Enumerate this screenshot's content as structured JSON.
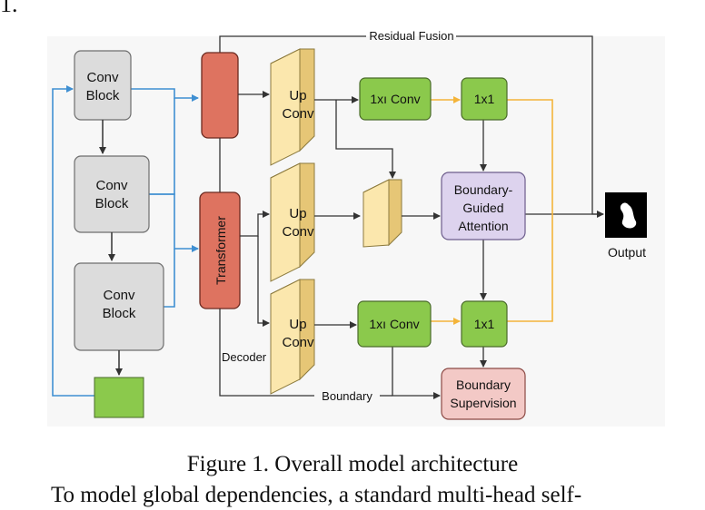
{
  "page": {
    "top_fragment": "1."
  },
  "diagram": {
    "encoder": {
      "block1": [
        "Conv",
        "Block"
      ],
      "block2": [
        "Conv",
        "Block"
      ],
      "block3": [
        "Conv",
        "Block"
      ]
    },
    "transformer_label": "Transformer",
    "decoder_label": "Decoder",
    "up_conv": [
      "Up",
      "Conv"
    ],
    "conv_1x1_label": "1xı Conv",
    "head_1x1_label": "1x1",
    "bga": [
      "Boundary-",
      "Guided",
      "Attention"
    ],
    "boundary_supervision": [
      "Boundary",
      "Supervision"
    ],
    "residual_fusion_label": "Residual Fusion",
    "boundary_label": "Boundary",
    "output_label": "Output"
  },
  "caption": "Figure 1. Overall model architecture",
  "body_text": "To model global dependencies, a standard multi-head self-",
  "colors": {
    "conv_block": "#dcdcdc",
    "transformer": "#de7360",
    "upconv": "#fbe7ad",
    "green": "#8bc94c",
    "bga": "#ddd3ee",
    "supervision": "#f3c9c6",
    "blue_arrow": "#3f8fd2",
    "orange_arrow": "#f4b43a"
  }
}
